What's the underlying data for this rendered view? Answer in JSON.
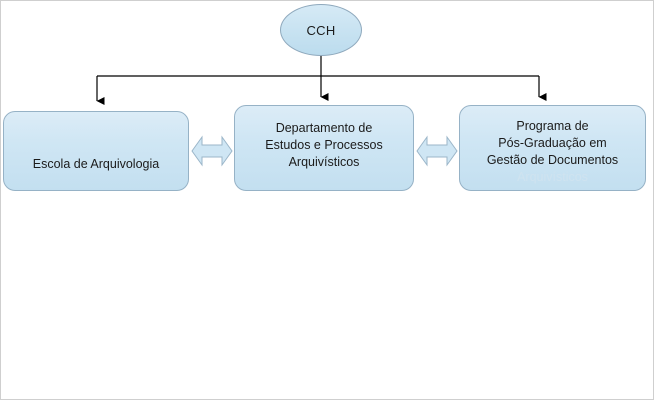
{
  "diagram": {
    "title_node": {
      "label": "CCH",
      "shape": "ellipse"
    },
    "nodes": [
      {
        "id": "escola",
        "label": "Escola de Arquivologia",
        "shape": "rounded-rectangle"
      },
      {
        "id": "departamento",
        "label": "Departamento de\nEstudos e Processos\nArquivísticos",
        "shape": "rounded-rectangle"
      },
      {
        "id": "programa",
        "label": "Programa de\nPós-Graduação em\nGestão de Documentos",
        "label_clipped_line": "Arquivísticos",
        "shape": "rounded-rectangle"
      }
    ],
    "connectors": [
      {
        "from": "CCH",
        "to": "escola",
        "type": "arrow-down"
      },
      {
        "from": "CCH",
        "to": "departamento",
        "type": "arrow-down"
      },
      {
        "from": "CCH",
        "to": "programa",
        "type": "arrow-down"
      },
      {
        "from": "escola",
        "to": "departamento",
        "type": "double-arrow-horizontal"
      },
      {
        "from": "departamento",
        "to": "programa",
        "type": "double-arrow-horizontal"
      }
    ],
    "colors": {
      "node_fill": "#cfe6f4",
      "node_border": "#96b2c6",
      "connector": "#000000",
      "background": "#ffffff"
    }
  }
}
